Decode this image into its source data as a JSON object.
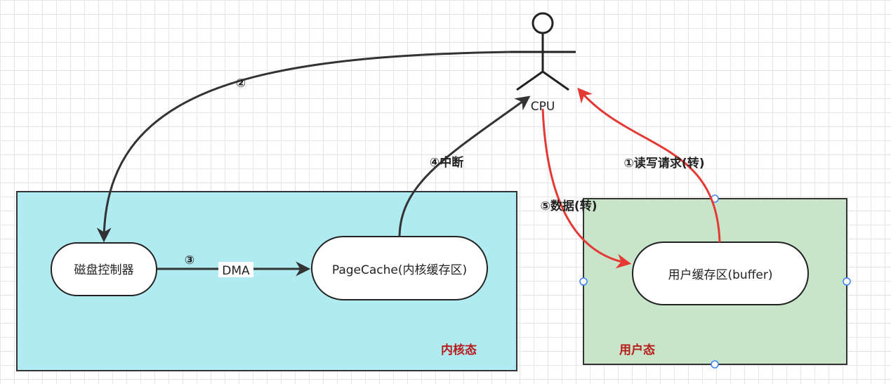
{
  "colors": {
    "kernel_fill": "#b1ebf2",
    "user_fill": "#c8e5c9",
    "region_label": "#b71c1c",
    "red_arrow": "#e53935",
    "dark_arrow": "#333333"
  },
  "actor": {
    "label": "CPU"
  },
  "regions": {
    "kernel": {
      "label": "内核态"
    },
    "user": {
      "label": "用户态"
    }
  },
  "nodes": {
    "disk_controller": {
      "label": "磁盘控制器"
    },
    "page_cache": {
      "label": "PageCache(内核缓存区)"
    },
    "user_buffer": {
      "label": "用户缓存区(buffer)"
    }
  },
  "edges": {
    "step1": {
      "label": "①读写请求(转)"
    },
    "step2": {
      "label": "②"
    },
    "step3": {
      "label": "③",
      "sublabel": "DMA"
    },
    "step4": {
      "label": "④中断"
    },
    "step5": {
      "label": "⑤数据(转)"
    }
  }
}
